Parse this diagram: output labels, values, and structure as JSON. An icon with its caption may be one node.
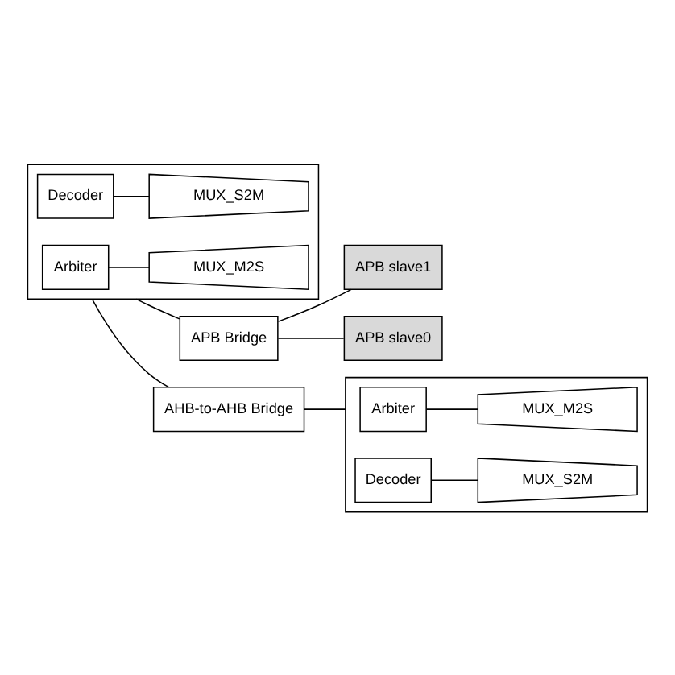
{
  "diagram": {
    "nodes": [
      {
        "text": [],
        "shape": "box"
      },
      {
        "text": [
          "Arbiter"
        ],
        "in": 0
      },
      {
        "text": [
          "MUX_M2S"
        ],
        "in": 0
      },
      {
        "text": [
          "MUX_S2M"
        ],
        "in": 0
      },
      {
        "text": [
          "Decoder"
        ],
        "in": 0
      },
      {
        "text": [
          "APB Bridge"
        ]
      },
      {
        "text": [
          "APB slave1"
        ]
      },
      {
        "text": [
          "APB slave0"
        ]
      },
      {
        "text": [
          "AHB-to-AHB Bridge"
        ]
      },
      {
        "text": [],
        "shape": "box"
      },
      {
        "text": [
          "Arbiter"
        ],
        "in": 9
      },
      {
        "text": [
          "MUX_M2S"
        ],
        "in": 9
      },
      {
        "text": [
          "MUX_S2M"
        ],
        "in": 9
      },
      {
        "text": [
          "Decoder"
        ],
        "in": 9
      }
    ],
    "edges": [
      {
        "from": 1,
        "to": 2,
        "arrow": "none"
      },
      {
        "from": 4,
        "to": 3,
        "arrow": "none"
      },
      {
        "from": 0,
        "to": 5,
        "arrow": "none"
      },
      {
        "from": 5,
        "to": 6,
        "arrow": "none"
      },
      {
        "from": 5,
        "to": 7,
        "arrow": "none"
      },
      {
        "from": 0,
        "to": 8,
        "arrow": "none"
      },
      {
        "from": 8,
        "to": 9,
        "arrow": "none"
      },
      {
        "from": 10,
        "to": 11,
        "arrow": "none"
      },
      {
        "from": 13,
        "to": 12,
        "arrow": "none"
      }
    ]
  }
}
